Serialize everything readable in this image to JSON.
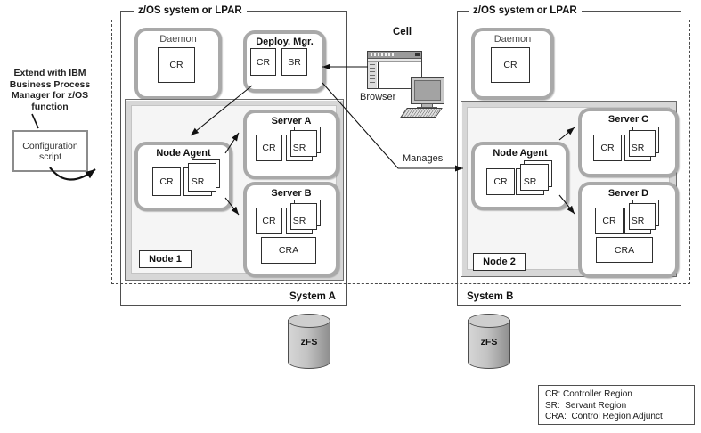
{
  "annotation": {
    "note_lines": [
      "Extend with IBM",
      "Business Process",
      "Manager for z/OS",
      "function"
    ],
    "config_script_lines": [
      "Configuration",
      "script"
    ]
  },
  "cell": {
    "label": "Cell",
    "browser_label": "Browser",
    "manages_label": "Manages"
  },
  "systems": [
    {
      "lpar_label": "z/OS system or LPAR",
      "system_label": "System A",
      "daemon": {
        "label": "Daemon",
        "cr": "CR"
      },
      "deployment_manager": {
        "label": "Deploy. Mgr.",
        "cr": "CR",
        "sr": "SR"
      },
      "node": {
        "label": "Node 1",
        "node_agent": {
          "label": "Node Agent",
          "cr": "CR",
          "sr": "SR"
        },
        "servers": [
          {
            "label": "Server A",
            "cr": "CR",
            "sr": "SR"
          },
          {
            "label": "Server B",
            "cr": "CR",
            "sr": "SR",
            "cra": "CRA"
          }
        ]
      },
      "zfs_label": "zFS"
    },
    {
      "lpar_label": "z/OS system or LPAR",
      "system_label": "System B",
      "daemon": {
        "label": "Daemon",
        "cr": "CR"
      },
      "node": {
        "label": "Node 2",
        "node_agent": {
          "label": "Node Agent",
          "cr": "CR",
          "sr": "SR"
        },
        "servers": [
          {
            "label": "Server C",
            "cr": "CR",
            "sr": "SR"
          },
          {
            "label": "Server D",
            "cr": "CR",
            "sr": "SR",
            "cra": "CRA"
          }
        ]
      },
      "zfs_label": "zFS"
    }
  ],
  "legend_lines": [
    "CR: Controller Region",
    "SR:  Servant Region",
    "CRA:  Control Region Adjunct"
  ],
  "colors": {
    "rounded_border": "#a9a9a9",
    "panel_fill": "#f5f5f5",
    "cylinder_fill": "#c3c3c3",
    "line": "#111111"
  }
}
